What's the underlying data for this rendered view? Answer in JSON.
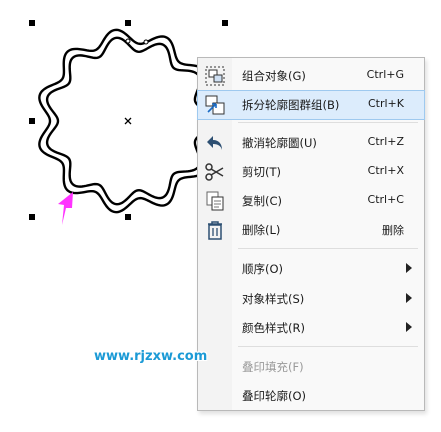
{
  "menu": {
    "items": [
      {
        "label": "组合对象(G)",
        "shortcut": "Ctrl+G",
        "icon": "group-objects-icon"
      },
      {
        "label": "拆分轮廓图群组(B)",
        "shortcut": "Ctrl+K",
        "icon": "break-apart-icon"
      },
      {
        "label": "撤消轮廓圖(U)",
        "shortcut": "Ctrl+Z",
        "icon": "undo-icon"
      },
      {
        "label": "剪切(T)",
        "shortcut": "Ctrl+X",
        "icon": "scissors-icon"
      },
      {
        "label": "复制(C)",
        "shortcut": "Ctrl+C",
        "icon": "copy-icon"
      },
      {
        "label": "删除(L)",
        "shortcut": "删除",
        "icon": "trash-icon"
      },
      {
        "label": "顺序(O)"
      },
      {
        "label": "对象样式(S)"
      },
      {
        "label": "颜色样式(R)"
      },
      {
        "label": "叠印填充(F)"
      },
      {
        "label": "叠印轮廓(O)"
      }
    ]
  },
  "watermark": "www.rjzxw.com",
  "colors": {
    "highlight": "#dcecfc",
    "annotation_arrow": "#ff33ff",
    "watermark": "#1b9ad6"
  }
}
